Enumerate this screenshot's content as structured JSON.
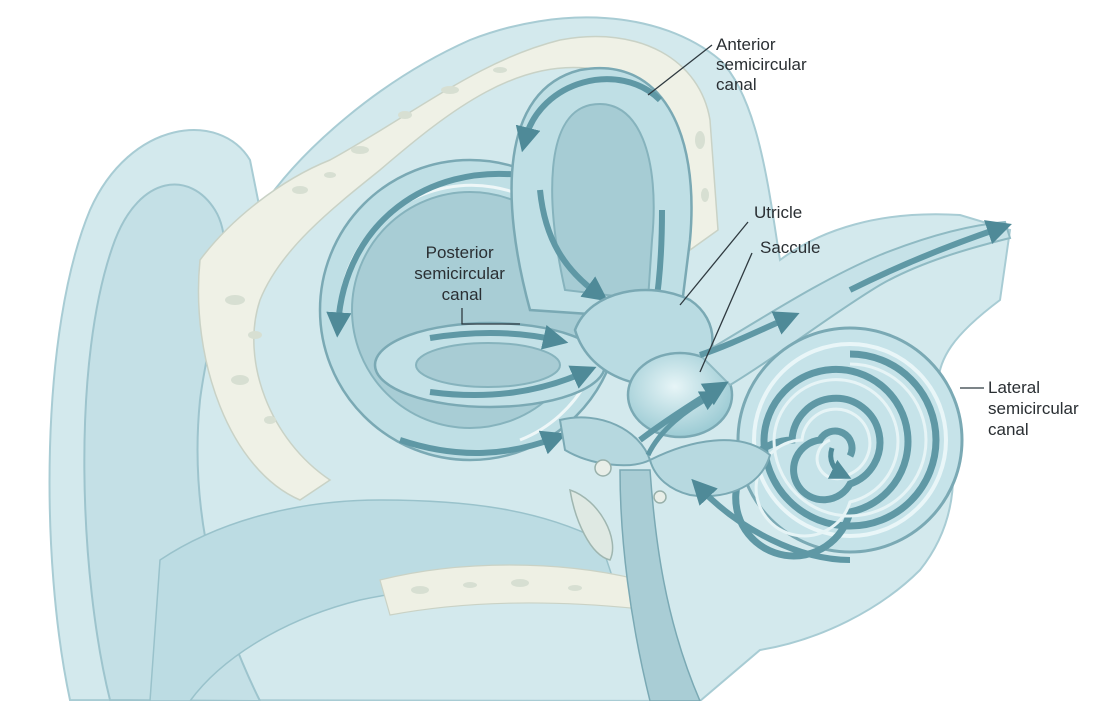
{
  "labels": {
    "anterior": [
      "Anterior",
      "semicircular",
      "canal"
    ],
    "posterior": [
      "Posterior",
      "semicircular",
      "canal"
    ],
    "utricle": [
      "Utricle"
    ],
    "saccule": [
      "Saccule"
    ],
    "lateral": [
      "Lateral",
      "semicircular",
      "canal"
    ]
  },
  "colors": {
    "skin": "#cfe6ea",
    "skin_dark": "#a9cdd5",
    "bone": "#eef0e4",
    "canal": "#b7dbe2",
    "canal_inner": "#d8eef1",
    "flow": "#5f98a5",
    "outline": "#7aa9b4"
  }
}
